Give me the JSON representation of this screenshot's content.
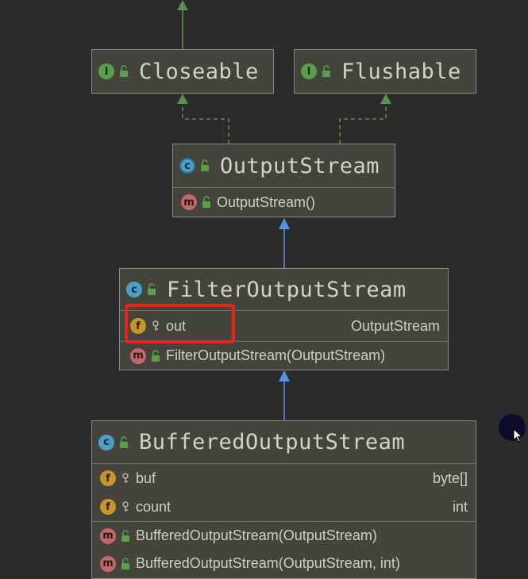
{
  "diagram": {
    "nodes": [
      {
        "id": "closeable",
        "kind": "interface",
        "badge": "I",
        "title": "Closeable"
      },
      {
        "id": "flushable",
        "kind": "interface",
        "badge": "I",
        "title": "Flushable"
      },
      {
        "id": "outputstream",
        "kind": "class",
        "badge": "c",
        "title": "OutputStream",
        "members": [
          {
            "kind": "method",
            "badge": "m",
            "name": "OutputStream()",
            "type": ""
          }
        ]
      },
      {
        "id": "filteroutputstream",
        "kind": "class",
        "badge": "c",
        "title": "FilterOutputStream",
        "members": [
          {
            "kind": "field",
            "badge": "f",
            "name": "out",
            "type": "OutputStream"
          },
          {
            "kind": "method",
            "badge": "m",
            "name": "FilterOutputStream(OutputStream)",
            "type": ""
          }
        ]
      },
      {
        "id": "bufferedoutputstream",
        "kind": "class",
        "badge": "c",
        "title": "BufferedOutputStream",
        "members": [
          {
            "kind": "field",
            "badge": "f",
            "name": "buf",
            "type": "byte[]"
          },
          {
            "kind": "field",
            "badge": "f",
            "name": "count",
            "type": "int"
          },
          {
            "kind": "method",
            "badge": "m",
            "name": "BufferedOutputStream(OutputStream)",
            "type": ""
          },
          {
            "kind": "method",
            "badge": "m",
            "name": "BufferedOutputStream(OutputStream, int)",
            "type": ""
          }
        ]
      }
    ],
    "edges": [
      {
        "from": "outputstream",
        "to": "closeable",
        "relation": "implements"
      },
      {
        "from": "outputstream",
        "to": "flushable",
        "relation": "implements"
      },
      {
        "from": "filteroutputstream",
        "to": "outputstream",
        "relation": "extends"
      },
      {
        "from": "bufferedoutputstream",
        "to": "filteroutputstream",
        "relation": "extends"
      }
    ],
    "highlighted_member": "out"
  },
  "colors": {
    "background": "#2b2b2b",
    "node_fill": "#45443c",
    "implements_edge": "#5f8f4e",
    "extends_edge": "#5b8fe0",
    "highlight": "#e8241a"
  }
}
